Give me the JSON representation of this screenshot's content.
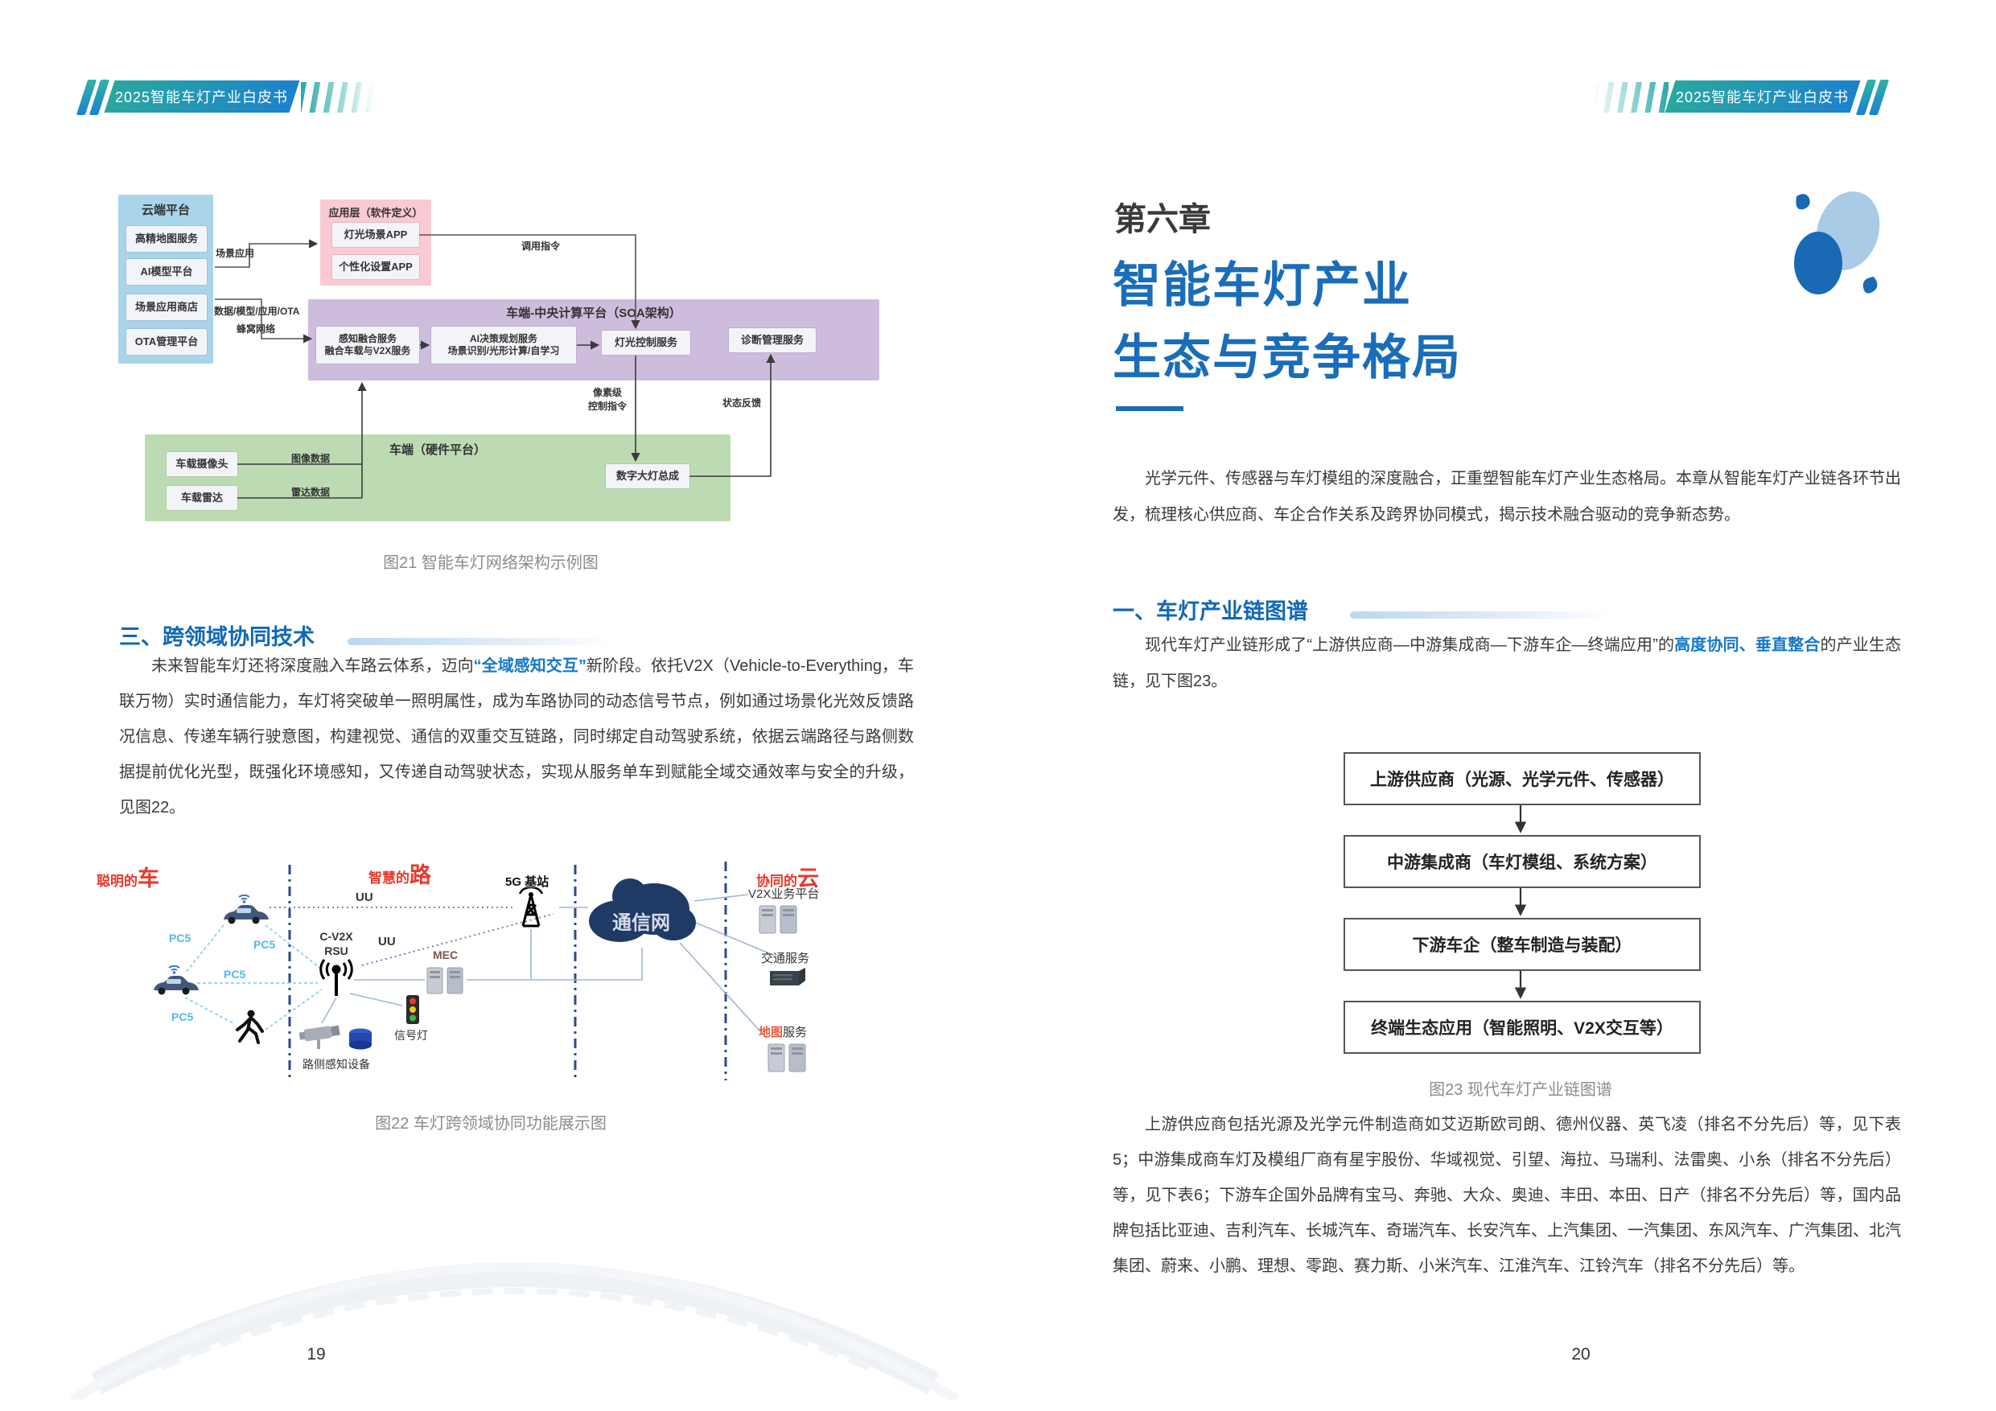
{
  "left_page": {
    "header_banner": "2025智能车灯产业白皮书",
    "fig21": {
      "cloud_title": "云端平台",
      "cloud_items": [
        "高精地图服务",
        "AI模型平台",
        "场景应用商店",
        "OTA管理平台"
      ],
      "app_title": "应用层（软件定义）",
      "app_items": [
        "灯光场景APP",
        "个性化设置APP"
      ],
      "soa_title": "车端-中央计算平台（SOA架构）",
      "svc1a": "感知融合服务",
      "svc1b": "融合车载与V2X服务",
      "svc2a": "AI决策规划服务",
      "svc2b": "场景识别/光形计算/自学习",
      "svc3": "灯光控制服务",
      "svc4": "诊断管理服务",
      "hw_title": "车端（硬件平台）",
      "hw_camera": "车载摄像头",
      "hw_radar": "车载雷达",
      "hw_headlamp": "数字大灯总成",
      "lbl_scene_app": "场景应用",
      "lbl_data_ota": "数据/模型/应用/OTA",
      "lbl_cellular": "蜂窝网络",
      "lbl_invoke": "调用指令",
      "lbl_pixel1": "像素级",
      "lbl_pixel2": "控制指令",
      "lbl_feedback": "状态反馈",
      "lbl_image": "图像数据",
      "lbl_radar": "雷达数据",
      "caption": "图21 智能车灯网络架构示例图"
    },
    "section_heading": "三、跨领域协同技术",
    "para_seg1": "未来智能车灯还将深度融入车路云体系，迈向",
    "para_hl": "“全域感知交互”",
    "para_seg2": "新阶段。依托V2X（Vehicle-to-Everything，车联万物）实时通信能力，车灯将突破单一照明属性，成为车路协同的动态信号节点，例如通过场景化光效反馈路况信息、传递车辆行驶意图，构建视觉、通信的双重交互链路，同时绑定自动驾驶系统，依据云端路径与路侧数据提前优化光型，既强化环境感知，又传递自动驾驶状态，实现从服务单车到赋能全域交通效率与安全的升级，见图22。",
    "fig22": {
      "t_car_pre": "聪明的",
      "t_car": "车",
      "t_road_pre": "智慧的",
      "t_road": "路",
      "t_cloud_pre": "协同的",
      "t_cloud": "云",
      "pc5": "PC5",
      "uu": "UU",
      "rsu1": "C-V2X",
      "rsu2": "RSU",
      "mec": "MEC",
      "bs5g": "5G 基站",
      "signal": "信号灯",
      "roadside": "路侧感知设备",
      "commnet": "通信网",
      "v2x": "V2X业务平台",
      "traffic": "交通服务",
      "map_red": "地图",
      "map_black": "服务",
      "caption": "图22 车灯跨领域协同功能展示图"
    },
    "page_number": "19"
  },
  "right_page": {
    "header_banner": "2025智能车灯产业白皮书",
    "chapter_kicker": "第六章",
    "chapter_title1": "智能车灯产业",
    "chapter_title2": "生态与竞争格局",
    "intro": "光学元件、传感器与车灯模组的深度融合，正重塑智能车灯产业生态格局。本章从智能车灯产业链各环节出发，梳理核心供应商、车企合作关系及跨界协同模式，揭示技术融合驱动的竞争新态势。",
    "section_heading": "一、车灯产业链图谱",
    "para_seg1": "现代车灯产业链形成了“上游供应商—中游集成商—下游车企—终端应用”的",
    "para_hl": "高度协同、垂直整合",
    "para_seg2": "的产业生态链，见下图23。",
    "fig23_nodes": [
      "上游供应商（光源、光学元件、传感器）",
      "中游集成商（车灯模组、系统方案）",
      "下游车企（整车制造与装配）",
      "终端生态应用（智能照明、V2X交互等）"
    ],
    "fig23_caption": "图23 现代车灯产业链图谱",
    "suppliers": "上游供应商包括光源及光学元件制造商如艾迈斯欧司朗、德州仪器、英飞凌（排名不分先后）等，见下表5；中游集成商车灯及模组厂商有星宇股份、华域视觉、引望、海拉、马瑞利、法雷奥、小糸（排名不分先后）等，见下表6；下游车企国外品牌有宝马、奔驰、大众、奥迪、丰田、本田、日产（排名不分先后）等，国内品牌包括比亚迪、吉利汽车、长城汽车、奇瑞汽车、长安汽车、上汽集团、一汽集团、东风汽车、广汽集团、北汽集团、蔚来、小鹏、理想、零跑、赛力斯、小米汽车、江淮汽车、江铃汽车（排名不分先后）等。",
    "page_number": "20"
  },
  "colors": {
    "accent_blue": "#1268b5",
    "chapter_blue": "#1a6db8",
    "highlight_blue": "#1478c8",
    "banner_teal": "#2aa79f",
    "banner_blue": "#1b82cd",
    "cloud_panel": "#a9d4e9",
    "app_panel": "#f9c9d4",
    "soa_panel": "#cebcdc",
    "hw_panel": "#bddbb3",
    "red_title": "#e8392b",
    "pc5_blue": "#55b7ec",
    "comm_cloud_navy": "#203a66",
    "caption_gray": "#8c8c8c"
  }
}
